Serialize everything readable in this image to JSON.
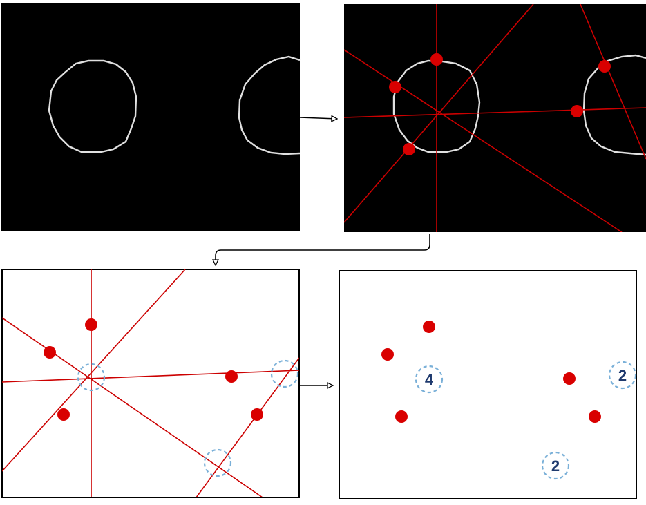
{
  "colors": {
    "canvas_dark": "#000000",
    "canvas_light": "#ffffff",
    "edge_curve": "#e0e0e0",
    "vote_line": "#cc0000",
    "edge_point": "#d90000",
    "candidate_ring": "#7ab0d8",
    "count_text": "#1f3a6e",
    "frame_border": "#000000",
    "arrow": "#000000"
  },
  "panels": [
    {
      "id": "edge-image",
      "label": ""
    },
    {
      "id": "edge-image-with-lines",
      "label": ""
    },
    {
      "id": "line-intersections",
      "label": ""
    },
    {
      "id": "vote-counts",
      "label": ""
    }
  ],
  "vote_counts": [
    {
      "center": "left-circle",
      "votes": "4"
    },
    {
      "center": "right-circle",
      "votes": "2"
    },
    {
      "center": "spurious-intersection",
      "votes": "2"
    }
  ],
  "arrows": [
    {
      "from": "edge-image",
      "to": "edge-image-with-lines"
    },
    {
      "from": "edge-image-with-lines",
      "to": "line-intersections"
    },
    {
      "from": "line-intersections",
      "to": "vote-counts"
    }
  ]
}
